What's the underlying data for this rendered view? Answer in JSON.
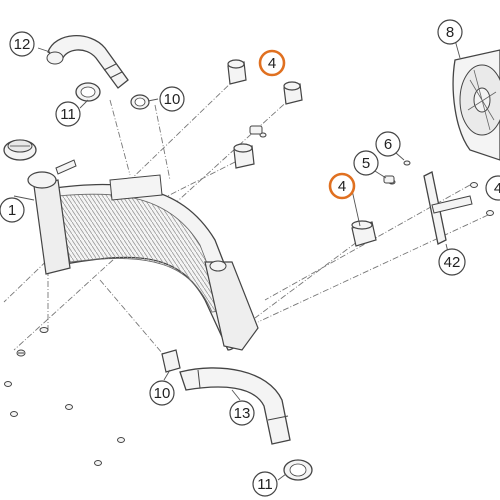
{
  "colors": {
    "line": "#555555",
    "part_fill": "#f4f4f4",
    "part_stroke": "#444444",
    "highlight": "#e07020",
    "leader": "#777777"
  },
  "callouts": [
    {
      "id": "c12",
      "label": "12",
      "highlight": false
    },
    {
      "id": "c11a",
      "label": "11",
      "highlight": false
    },
    {
      "id": "c10a",
      "label": "10",
      "highlight": false
    },
    {
      "id": "c4a",
      "label": "4",
      "highlight": true
    },
    {
      "id": "c8",
      "label": "8",
      "highlight": false
    },
    {
      "id": "c6",
      "label": "6",
      "highlight": false
    },
    {
      "id": "c5",
      "label": "5",
      "highlight": false
    },
    {
      "id": "c4b",
      "label": "4",
      "highlight": true
    },
    {
      "id": "c4c",
      "label": "4",
      "highlight": false
    },
    {
      "id": "c1",
      "label": "1",
      "highlight": false
    },
    {
      "id": "c42",
      "label": "42",
      "highlight": false
    },
    {
      "id": "c10b",
      "label": "10",
      "highlight": false
    },
    {
      "id": "c13",
      "label": "13",
      "highlight": false
    },
    {
      "id": "c11b",
      "label": "11",
      "highlight": false
    }
  ]
}
